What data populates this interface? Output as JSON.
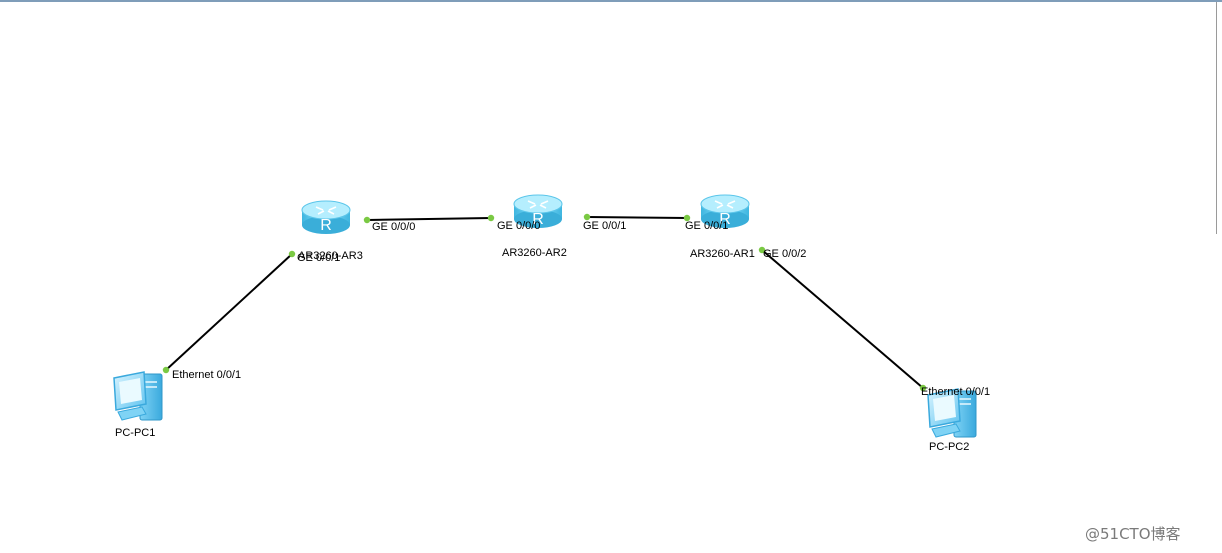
{
  "devices": [
    {
      "id": "ar3",
      "type": "router",
      "label": "AR3260-AR3",
      "icon": "router-icon"
    },
    {
      "id": "ar2",
      "type": "router",
      "label": "AR3260-AR2",
      "icon": "router-icon"
    },
    {
      "id": "ar1",
      "type": "router",
      "label": "AR3260-AR1",
      "icon": "router-icon"
    },
    {
      "id": "pc1",
      "type": "pc",
      "label": "PC-PC1",
      "icon": "pc-icon"
    },
    {
      "id": "pc2",
      "type": "pc",
      "label": "PC-PC2",
      "icon": "pc-icon"
    }
  ],
  "links": [
    {
      "from": "ar3",
      "from_port": "GE 0/0/0",
      "to": "ar2",
      "to_port": "GE 0/0/0"
    },
    {
      "from": "ar2",
      "from_port": "GE 0/0/1",
      "to": "ar1",
      "to_port": "GE 0/0/1"
    },
    {
      "from": "ar3",
      "from_port": "GE 0/0/1",
      "to": "pc1",
      "to_port": "Ethernet 0/0/1"
    },
    {
      "from": "ar1",
      "from_port": "GE 0/0/2",
      "to": "pc2",
      "to_port": "Ethernet 0/0/1"
    }
  ],
  "router_glyph": "R",
  "watermark": "@51CTO博客",
  "colors": {
    "router_body": "#6fd4f5",
    "router_top": "#a8ecff",
    "link": "#000000",
    "port_dot": "#7ac943"
  }
}
